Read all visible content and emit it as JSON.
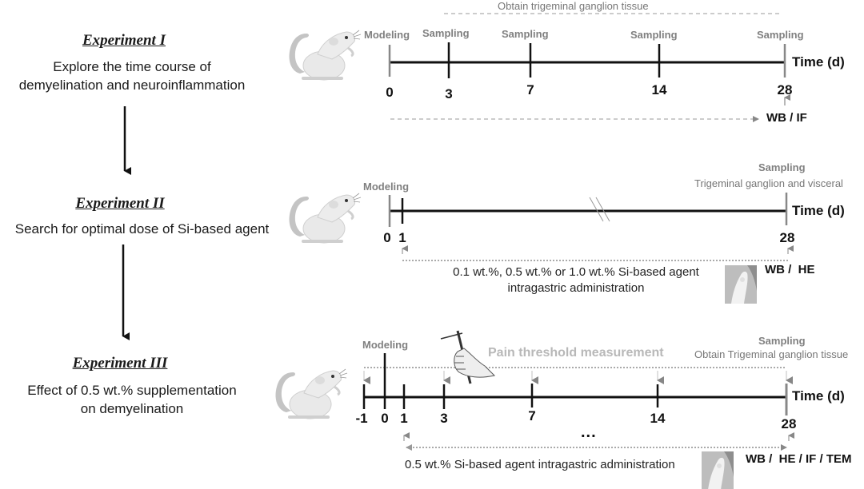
{
  "experiments": [
    {
      "title": "Experiment I",
      "description_lines": [
        "Explore the time course of",
        "demyelination and neuroinflammation"
      ],
      "top_note": "Obtain trigeminal ganglion tissue",
      "event_labels": [
        "Modeling",
        "Sampling",
        "Sampling",
        "Sampling",
        "Sampling"
      ],
      "ticks": [
        "0",
        "3",
        "7",
        "14",
        "28"
      ],
      "axis_label": "Time (d)",
      "assays": "WB / IF"
    },
    {
      "title": "Experiment II",
      "description_lines": [
        "Search for optimal dose of Si-based agent"
      ],
      "modeling_label": "Modeling",
      "sampling_label": "Sampling",
      "sampling_note": "Trigeminal ganglion and visceral",
      "ticks": [
        "0",
        "1",
        "28"
      ],
      "axis_label": "Time (d)",
      "admin_lines": [
        "0.1 wt.%, 0.5 wt.% or 1.0 wt.% Si-based agent",
        "intragastric administration"
      ],
      "assays": "WB /  HE"
    },
    {
      "title": "Experiment III",
      "description_lines": [
        "Effect of 0.5 wt.% supplementation",
        "on demyelination"
      ],
      "modeling_label": "Modeling",
      "pain_label": "Pain threshold measurement",
      "sampling_label": "Sampling",
      "sampling_note": "Obtain Trigeminal ganglion tissue",
      "ticks": [
        "-1",
        "0",
        "1",
        "3",
        "7",
        "14",
        "28"
      ],
      "axis_label": "Time (d)",
      "ellipsis": "...",
      "admin_text": "0.5 wt.% Si-based agent intragastric administration",
      "assays": "WB /  HE / IF / TEM"
    }
  ],
  "icons": [
    "mouse-icon",
    "gavage-photo-icon",
    "von-frey-hand-icon",
    "down-arrow-icon"
  ],
  "colors": {
    "axis": "#111111",
    "gray_label": "#808080",
    "dotted": "#9a9a9a",
    "mouse_body": "#e6e6e6",
    "mouse_tail": "#bdbdbd"
  }
}
